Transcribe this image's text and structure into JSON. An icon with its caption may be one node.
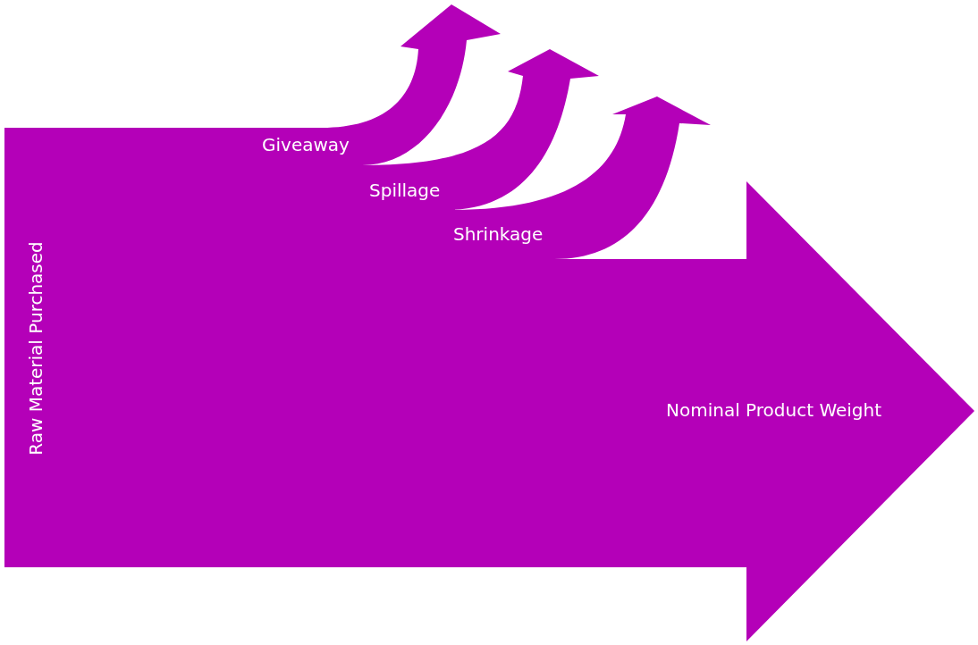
{
  "diagram": {
    "labels": [
      "Giveaway",
      "Spillage",
      "Shrinkage",
      "Raw Material Purchased",
      "Nominal Product Weight"
    ]
  }
}
